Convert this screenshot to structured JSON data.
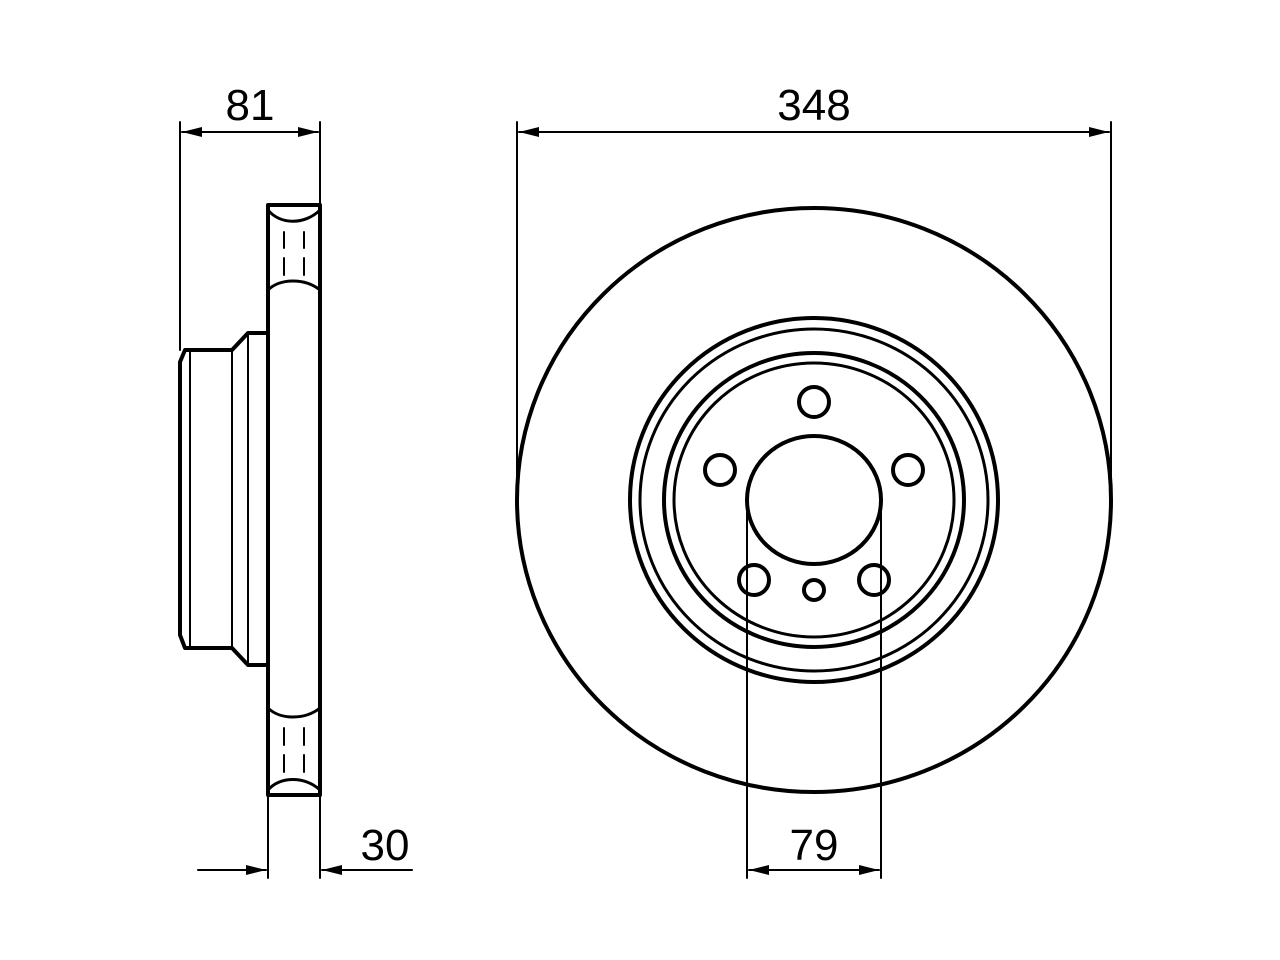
{
  "dimensions": {
    "overall_width": "81",
    "outer_diameter": "348",
    "disc_thickness": "30",
    "center_bore": "79"
  },
  "colors": {
    "line": "#000000",
    "background": "#ffffff"
  }
}
